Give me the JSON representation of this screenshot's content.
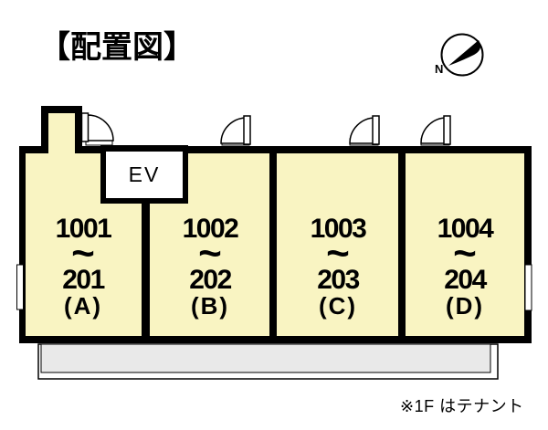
{
  "title": "【配置図】",
  "compass": {
    "north_label": "N"
  },
  "plan": {
    "elevator_label": "EV",
    "room_separator": "~",
    "rooms": [
      {
        "upper": "1001",
        "lower": "201",
        "letter": "(A)"
      },
      {
        "upper": "1002",
        "lower": "202",
        "letter": "(B)"
      },
      {
        "upper": "1003",
        "lower": "203",
        "letter": "(C)"
      },
      {
        "upper": "1004",
        "lower": "204",
        "letter": "(D)"
      }
    ]
  },
  "note": "※1F はテナント",
  "colors": {
    "wall": "#000000",
    "room_fill": "#F9F4C2",
    "balcony_fill": "#E9E9E9",
    "door_fill": "#FFFFFF",
    "background": "#FFFFFF"
  }
}
